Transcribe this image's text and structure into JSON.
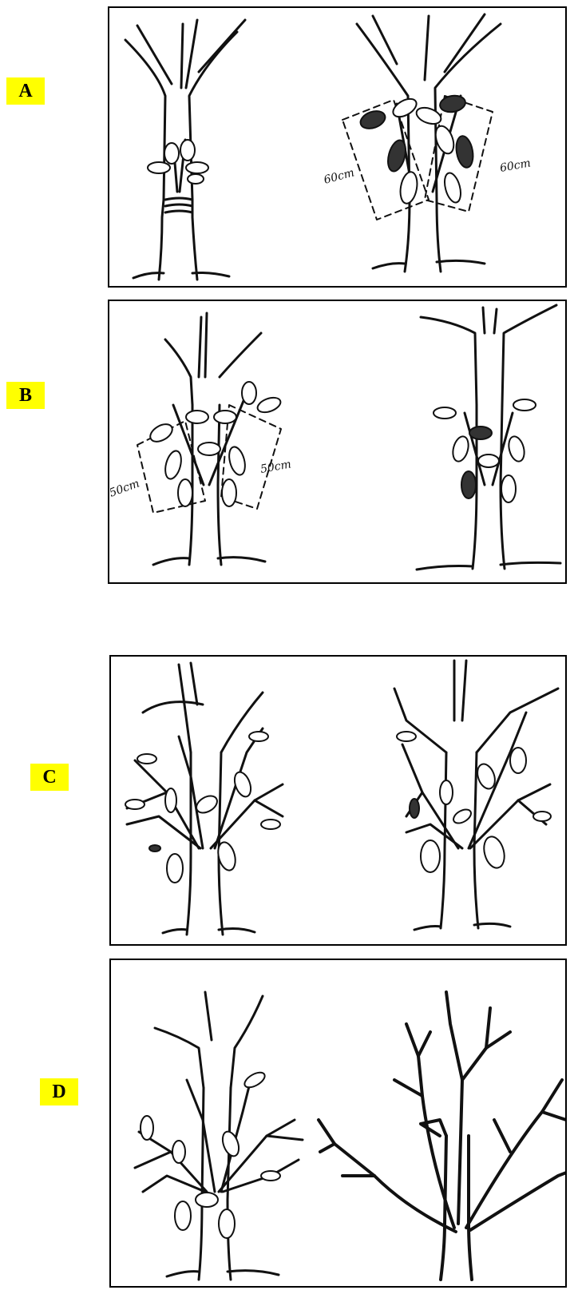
{
  "panels": [
    {
      "id": "A",
      "label": "A",
      "dimensions": [
        "60cm",
        "60cm"
      ]
    },
    {
      "id": "B",
      "label": "B",
      "dimensions": [
        "50cm",
        "50cm"
      ]
    },
    {
      "id": "C",
      "label": "C",
      "dimensions": []
    },
    {
      "id": "D",
      "label": "D",
      "dimensions": []
    }
  ],
  "colors": {
    "label_background": "#ffff00",
    "ink": "#111111",
    "border": "#000000"
  }
}
